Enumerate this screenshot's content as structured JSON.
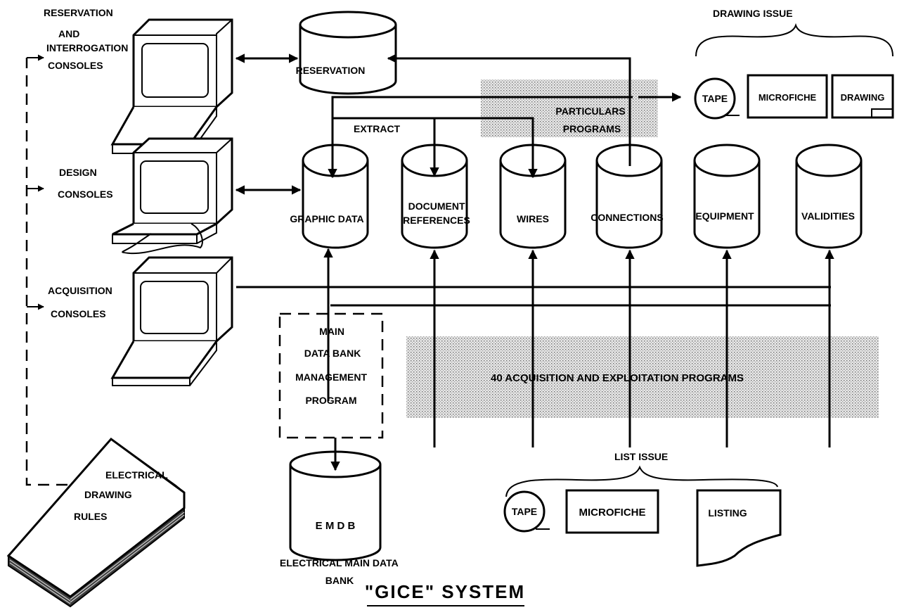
{
  "title": "\"GICE\" SYSTEM",
  "consoles": {
    "reservation": [
      "RESERVATION",
      "AND",
      "INTERROGATION",
      "CONSOLES"
    ],
    "design": [
      "DESIGN",
      "CONSOLES"
    ],
    "acquisition": [
      "ACQUISITION",
      "CONSOLES"
    ]
  },
  "databases": {
    "reservation": "RESERVATION",
    "graphic_data": "GRAPHIC DATA",
    "document_references": [
      "DOCUMENT",
      "REFERENCES"
    ],
    "wires": "WIRES",
    "connections": "CONNECTIONS",
    "equipment": "EQUIPMENT",
    "validities": "VALIDITIES",
    "emdb": "E M D B"
  },
  "emdb_caption": [
    "ELECTRICAL MAIN DATA",
    "BANK"
  ],
  "extract_label": "EXTRACT",
  "particulars_programs": [
    "PARTICULARS",
    "PROGRAMS"
  ],
  "drawing_issue": {
    "heading": "DRAWING ISSUE",
    "items": [
      "TAPE",
      "MICROFICHE",
      "DRAWING"
    ]
  },
  "list_issue": {
    "heading": "LIST ISSUE",
    "items": [
      "TAPE",
      "MICROFICHE",
      "LISTING"
    ]
  },
  "management_program": [
    "MAIN",
    "DATA BANK",
    "MANAGEMENT",
    "PROGRAM"
  ],
  "acquisition_programs": "40 ACQUISITION AND EXPLOITATION PROGRAMS",
  "rules_book": [
    "ELECTRICAL",
    "DRAWING",
    "RULES"
  ]
}
